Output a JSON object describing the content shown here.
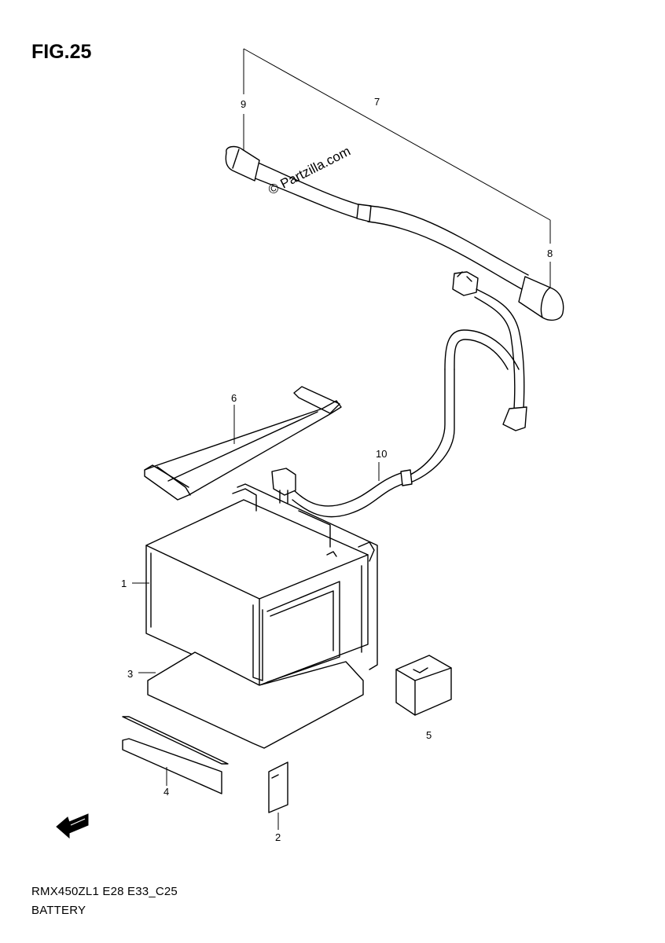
{
  "figure": {
    "title": "FIG.25"
  },
  "watermark": "© Partzilla.com",
  "callouts": {
    "battery": "1",
    "label": "2",
    "cushion": "3",
    "vent_tube_cap": "8",
    "tape": "4",
    "fuse": "5",
    "band": "6",
    "starter_cable": "7",
    "terminal_cover": "9",
    "negative_lead": "10"
  },
  "direction_icon": "fwd-arrow-icon",
  "footer": {
    "model_code": "RMX450ZL1 E28 E33_C25",
    "section_name": "BATTERY"
  }
}
